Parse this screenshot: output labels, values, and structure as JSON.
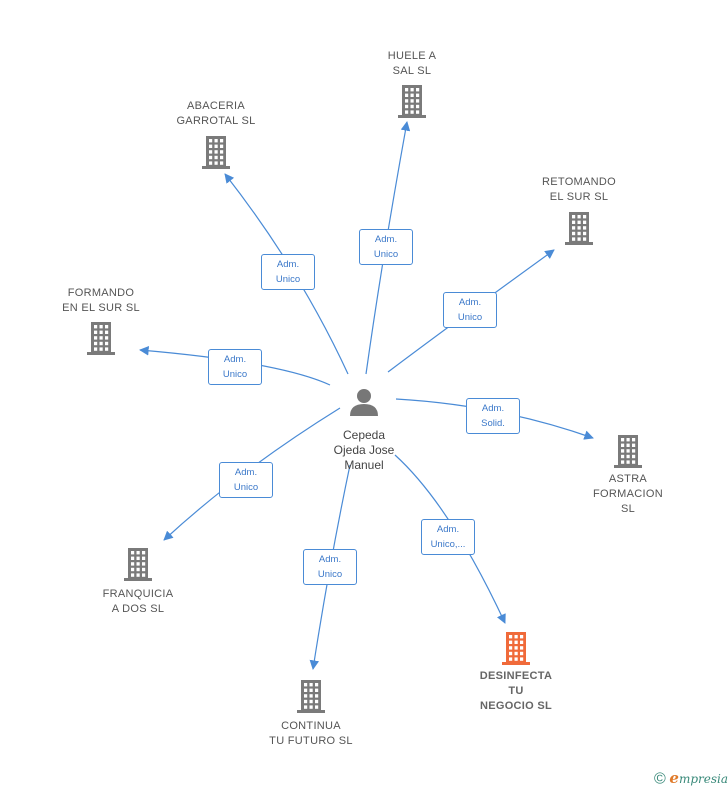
{
  "center": {
    "name": "Cepeda\nOjeda Jose\nManuel",
    "icon": "person-icon"
  },
  "colors": {
    "edge": "#4a8bd6",
    "company": "#7a7a7a",
    "highlight": "#f06a3a"
  },
  "nodes": [
    {
      "id": "huele-a-sal",
      "label": "HUELE A\nSAL  SL",
      "role": "Adm.\nUnico",
      "highlight": false
    },
    {
      "id": "abaceria-garrotal",
      "label": "ABACERIA\nGARROTAL  SL",
      "role": "Adm.\nUnico",
      "highlight": false
    },
    {
      "id": "retomando-el-sur",
      "label": "RETOMANDO\nEL SUR  SL",
      "role": "Adm.\nUnico",
      "highlight": false
    },
    {
      "id": "formando-en-el-sur",
      "label": "FORMANDO\nEN EL SUR  SL",
      "role": "Adm.\nUnico",
      "highlight": false
    },
    {
      "id": "astra-formacion",
      "label": "ASTRA\nFORMACION\nSL",
      "role": "Adm.\nSolid.",
      "highlight": false
    },
    {
      "id": "franquicia-a-dos",
      "label": "FRANQUICIA\nA DOS SL",
      "role": "Adm.\nUnico",
      "highlight": false
    },
    {
      "id": "desinfecta-tu-negocio",
      "label": "DESINFECTA\nTU\nNEGOCIO  SL",
      "role": "Adm.\nUnico,...",
      "highlight": true
    },
    {
      "id": "continua-tu-futuro",
      "label": "CONTINUA\nTU FUTURO  SL",
      "role": "Adm.\nUnico",
      "highlight": false
    }
  ],
  "footer": {
    "copyright": "©",
    "brand_initial": "e",
    "brand_rest": "mpresia"
  }
}
